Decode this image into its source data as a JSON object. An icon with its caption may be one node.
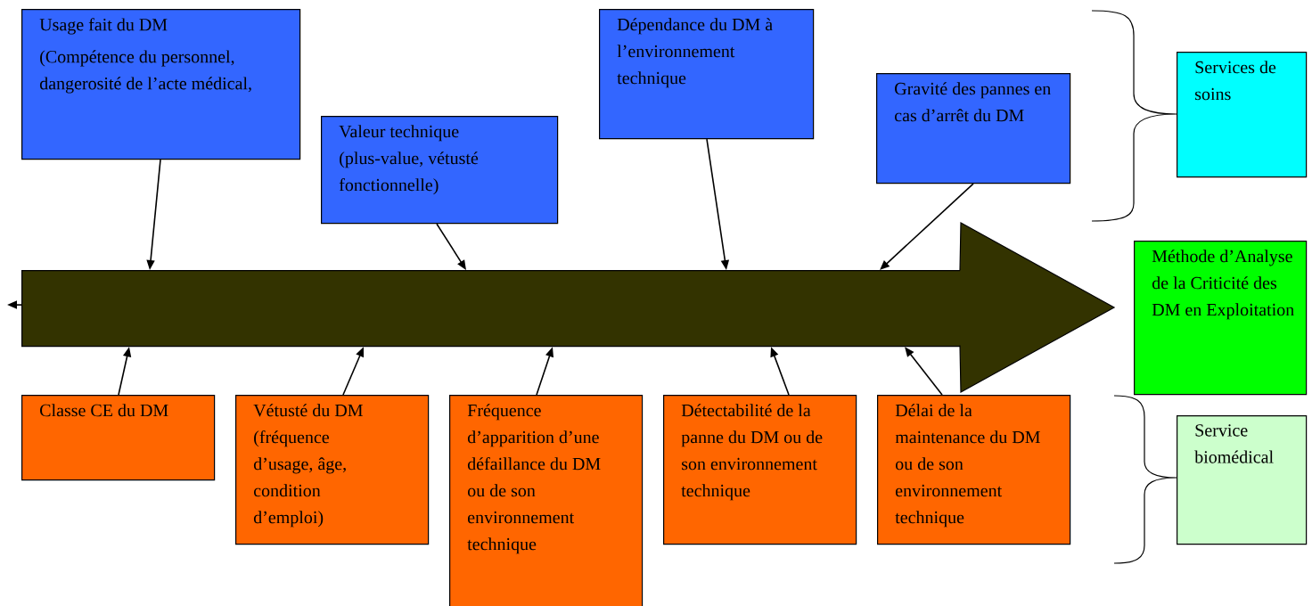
{
  "diagram": {
    "nodes": [
      {
        "text": [
          "Usage fait du DM",
          "(Compétence du personnel, dangerosité de l’acte médical,"
        ]
      },
      {
        "text": [
          "Valeur technique (plus-value, vétusté fonctionnelle)"
        ]
      },
      {
        "text": [
          "Dépendance du DM à l’environnement technique"
        ]
      },
      {
        "text": [
          "Gravité des pannes en cas d’arrêt du DM"
        ]
      },
      {
        "text": [
          "Services de soins"
        ]
      },
      {
        "text": [],
        "shape": "arrow"
      },
      {
        "text": [
          "Méthode d’Analyse de la Criticité des DM en Exploitation"
        ]
      },
      {
        "text": [
          "Classe CE du DM"
        ]
      },
      {
        "text": [
          "Vétusté du DM (fréquence d’usage, âge, condition d’emploi)"
        ]
      },
      {
        "text": [
          "Fréquence d’apparition d’une défaillance du DM ou de son environnement technique"
        ]
      },
      {
        "text": [
          "Détectabilité de la panne du DM ou de son environnement technique"
        ]
      },
      {
        "text": [
          "Délai de la maintenance du DM ou de son environnement technique"
        ]
      },
      {
        "text": [
          "Service biomédical"
        ]
      }
    ],
    "edges": [
      {
        "from": 0,
        "to": 5,
        "arrow": "to"
      },
      {
        "from": 1,
        "to": 5,
        "arrow": "to"
      },
      {
        "from": 2,
        "to": 5,
        "arrow": "to"
      },
      {
        "from": 3,
        "to": 5,
        "arrow": "to"
      },
      {
        "from": 7,
        "to": 5,
        "arrow": "to"
      },
      {
        "from": 8,
        "to": 5,
        "arrow": "to"
      },
      {
        "from": 9,
        "to": 5,
        "arrow": "to"
      },
      {
        "from": 10,
        "to": 5,
        "arrow": "to"
      },
      {
        "from": 11,
        "to": 5,
        "arrow": "to"
      },
      {
        "from": 5,
        "to": null,
        "arrow": "to"
      }
    ]
  }
}
